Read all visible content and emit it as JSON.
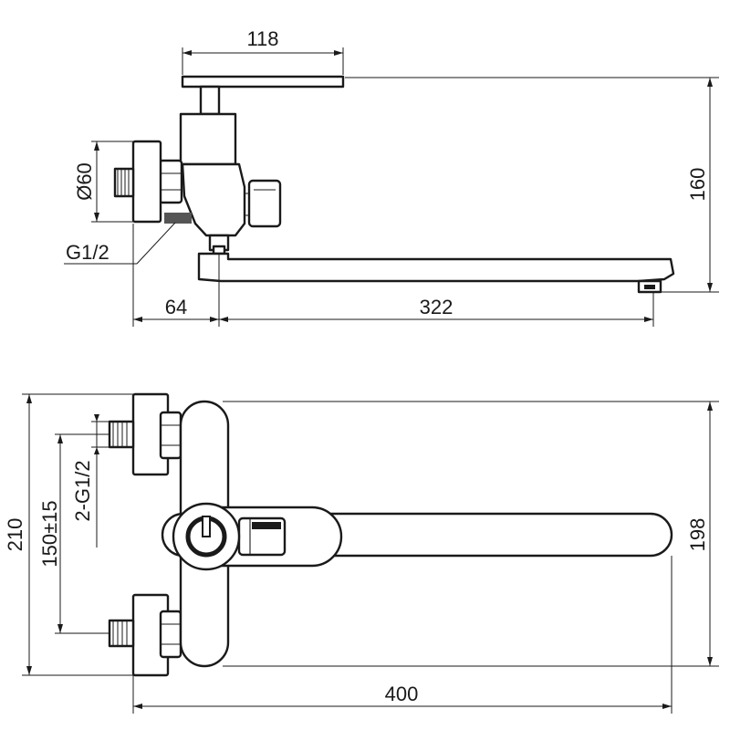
{
  "side_view": {
    "handle_width": "118",
    "height": "160",
    "diameter": "Ø60",
    "thread": "G1/2",
    "wall_offset": "64",
    "spout_reach": "322"
  },
  "top_view": {
    "overall_height": "210",
    "center_distance": "150±15",
    "inlet_threads": "2-G1/2",
    "body_height": "198",
    "overall_length": "400"
  }
}
